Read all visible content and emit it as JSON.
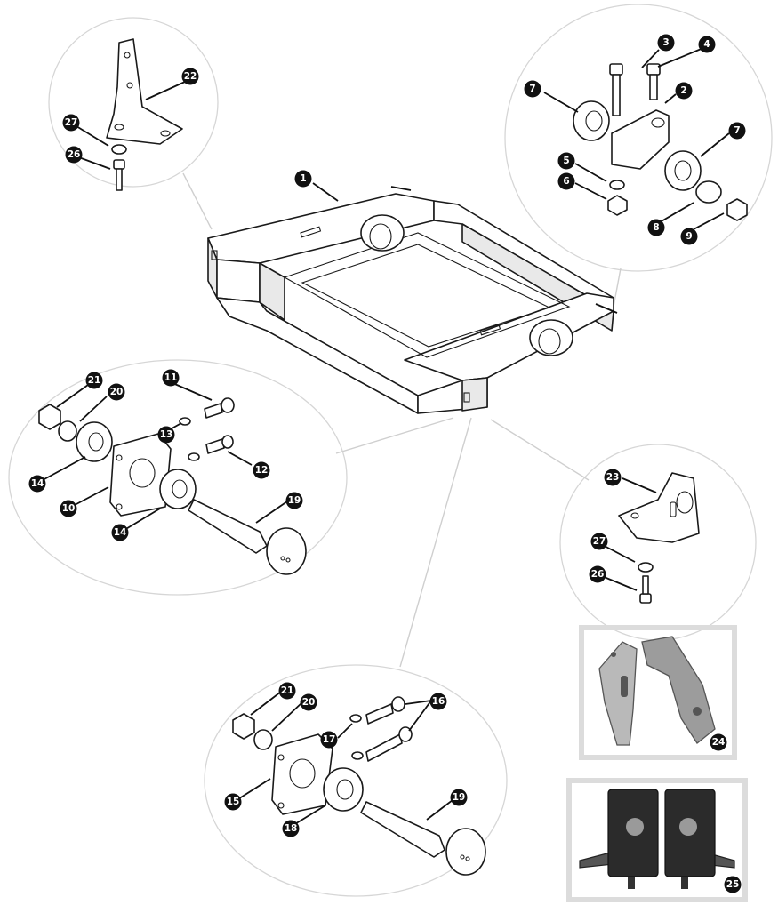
{
  "callouts": {
    "c1": "1",
    "c2": "2",
    "c3": "3",
    "c4": "4",
    "c5": "5",
    "c6": "6",
    "c7a": "7",
    "c7b": "7",
    "c8": "8",
    "c9": "9",
    "c10": "10",
    "c11": "11",
    "c12": "12",
    "c13": "13",
    "c14a": "14",
    "c14b": "14",
    "c15": "15",
    "c16": "16",
    "c17": "17",
    "c18": "18",
    "c19a": "19",
    "c19b": "19",
    "c20a": "20",
    "c20b": "20",
    "c21a": "21",
    "c21b": "21",
    "c22": "22",
    "c23": "23",
    "c24": "24",
    "c25": "25",
    "c26a": "26",
    "c26b": "26",
    "c27a": "27",
    "c27b": "27"
  },
  "colors": {
    "line": "#1a1a1a",
    "zone_border": "#d6d6d6",
    "photo_frame": "#dcdcdc",
    "callout": "#111111"
  }
}
